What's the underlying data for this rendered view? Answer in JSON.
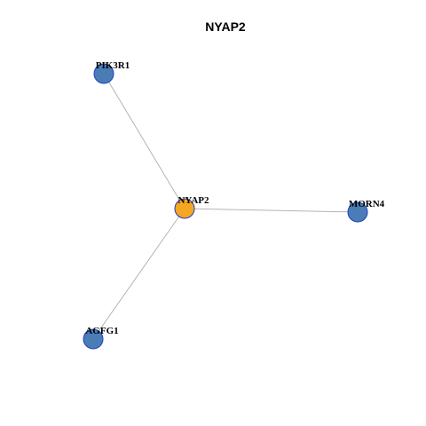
{
  "title": "NYAP2",
  "colors": {
    "hub": "#f5a623",
    "neighbor": "#4a7db5",
    "node_border": "#1f3fbf",
    "edge": "#b4b4b4"
  },
  "nodes": [
    {
      "id": "NYAP2",
      "label": "NYAP2",
      "role": "hub"
    },
    {
      "id": "PIK3R1",
      "label": "PIK3R1",
      "role": "neighbor"
    },
    {
      "id": "MORN4",
      "label": "MORN4",
      "role": "neighbor"
    },
    {
      "id": "AGFG1",
      "label": "AGFG1",
      "role": "neighbor"
    }
  ],
  "edges": [
    {
      "source": "NYAP2",
      "target": "PIK3R1"
    },
    {
      "source": "NYAP2",
      "target": "MORN4"
    },
    {
      "source": "NYAP2",
      "target": "AGFG1"
    }
  ]
}
